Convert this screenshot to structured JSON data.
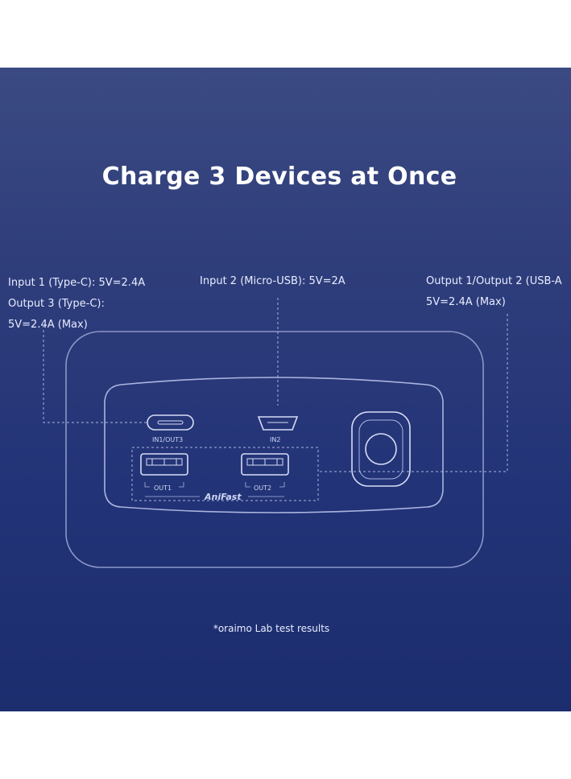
{
  "title": "Charge 3 Devices at Once",
  "callouts": {
    "input1": {
      "line1": "Input 1 (Type-C): 5V=2.4A",
      "line2": "Output 3 (Type-C):",
      "line3": "5V=2.4A (Max)"
    },
    "input2": {
      "line1": "Input 2 (Micro-USB): 5V=2A"
    },
    "output12": {
      "line1": "Output 1/Output 2 (USB-A",
      "line2": "5V=2.4A (Max)"
    }
  },
  "device": {
    "ports": {
      "typec_label": "IN1/OUT3",
      "micro_label": "IN2",
      "usb1_label": "OUT1",
      "usb2_label": "OUT2"
    },
    "brand": "AniFast"
  },
  "footnote": "*oraimo Lab test results",
  "colors": {
    "background_top": "#3b4a82",
    "background_bottom": "#1c2d6e",
    "line": "#aab4e0",
    "text": "#e8ecff"
  },
  "icons": [
    "power-button-icon",
    "usb-c-port-icon",
    "micro-usb-port-icon",
    "usb-a-port-icon"
  ]
}
